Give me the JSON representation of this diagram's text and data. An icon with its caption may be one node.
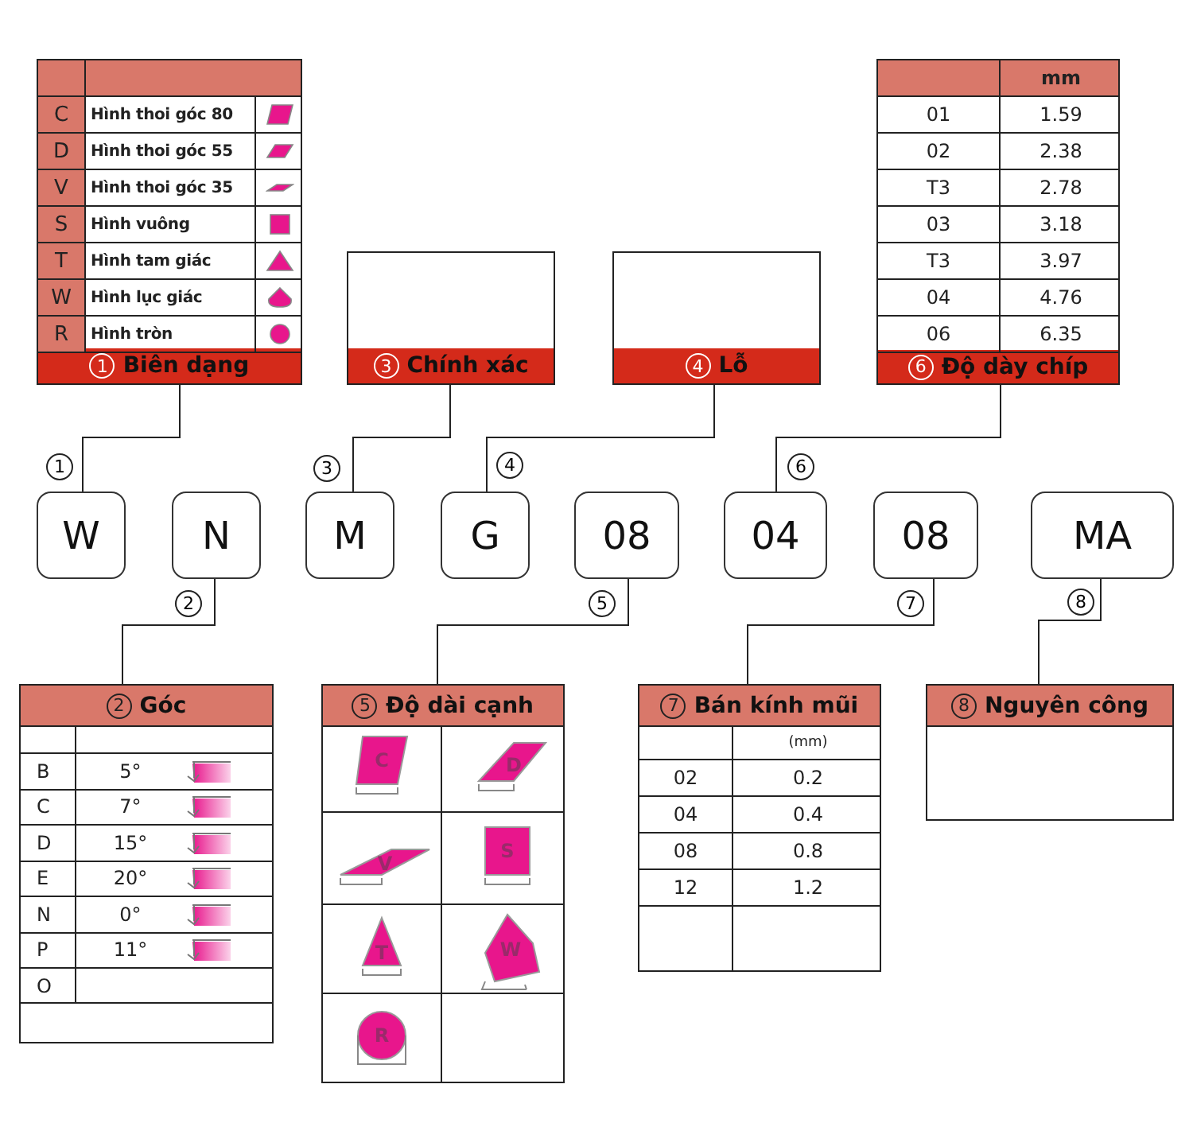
{
  "diagram": {
    "nodes": [
      {
        "text": [
          "C",
          "Hình thoi góc 80",
          "D",
          "Hình thoi góc 55",
          "V",
          "Hình thoi góc 35",
          "S",
          "Hình vuông",
          "T",
          "Hình tam giác",
          "W",
          "Hình lục giác",
          "R",
          "Hình tròn",
          "1",
          "Biên dạng"
        ]
      },
      {
        "text": [
          "3",
          "Chính xác"
        ]
      },
      {
        "text": [
          "4",
          "Lỗ"
        ]
      },
      {
        "text": [
          "mm",
          "01",
          "1.59",
          "02",
          "2.38",
          "T3",
          "2.78",
          "03",
          "3.18",
          "T3",
          "3.97",
          "04",
          "4.76",
          "06",
          "6.35",
          "6",
          "Độ dày chíp"
        ]
      },
      {
        "text": [
          "W"
        ]
      },
      {
        "text": [
          "N"
        ]
      },
      {
        "text": [
          "M"
        ]
      },
      {
        "text": [
          "G"
        ]
      },
      {
        "text": [
          "08"
        ]
      },
      {
        "text": [
          "04"
        ]
      },
      {
        "text": [
          "08"
        ]
      },
      {
        "text": [
          "MA"
        ]
      },
      {
        "text": [
          "2",
          "Góc",
          "B",
          "5°",
          "C",
          "7°",
          "D",
          "15°",
          "E",
          "20°",
          "N",
          "0°",
          "P",
          "11°",
          "O"
        ]
      },
      {
        "text": [
          "5",
          "Độ dài cạnh",
          "C",
          "D",
          "V",
          "S",
          "T",
          "W",
          "R"
        ]
      },
      {
        "text": [
          "7",
          "Bán kính mũi",
          "(mm)",
          "02",
          "0.2",
          "04",
          "0.4",
          "08",
          "0.8",
          "12",
          "1.2"
        ]
      },
      {
        "text": [
          "8",
          "Nguyên công"
        ]
      }
    ],
    "edges": [
      {
        "from": 0,
        "to": 4,
        "arrow": "none",
        "label": "1"
      },
      {
        "from": 5,
        "to": 12,
        "arrow": "none",
        "label": "2"
      },
      {
        "from": 1,
        "to": 6,
        "arrow": "none",
        "label": "3"
      },
      {
        "from": 2,
        "to": 7,
        "arrow": "none",
        "label": "4"
      },
      {
        "from": 8,
        "to": 13,
        "arrow": "none",
        "label": "5"
      },
      {
        "from": 3,
        "to": 9,
        "arrow": "none",
        "label": "6"
      },
      {
        "from": 10,
        "to": 14,
        "arrow": "none",
        "label": "7"
      },
      {
        "from": 11,
        "to": 15,
        "arrow": "none",
        "label": "8"
      }
    ]
  }
}
